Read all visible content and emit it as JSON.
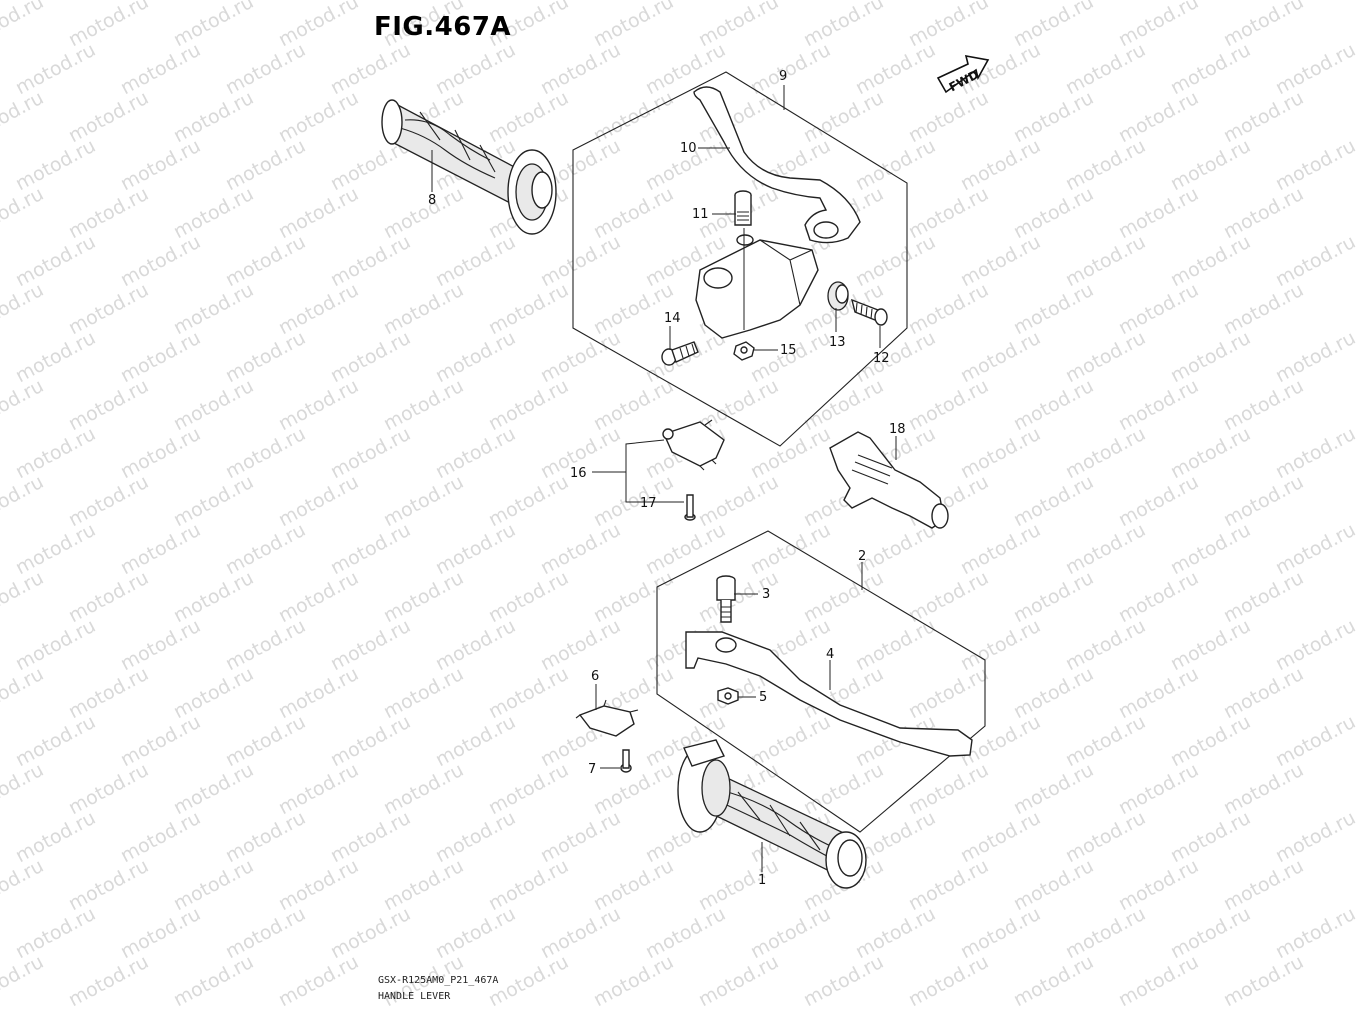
{
  "figure": {
    "title": "FIG.467A",
    "fwd_label": "FWD",
    "model_code": "GSX-R125AM0_P21_467A",
    "subtitle": "HANDLE LEVER",
    "watermark_text": "motod.ru"
  },
  "callouts": {
    "p1": "1",
    "p2": "2",
    "p3": "3",
    "p4": "4",
    "p5": "5",
    "p6": "6",
    "p7": "7",
    "p8": "8",
    "p9": "9",
    "p10": "10",
    "p11": "11",
    "p12": "12",
    "p13": "13",
    "p14": "14",
    "p15": "15",
    "p16": "16",
    "p17": "17",
    "p18": "18"
  },
  "icons": {
    "fwd": "fwd-arrow-icon"
  }
}
